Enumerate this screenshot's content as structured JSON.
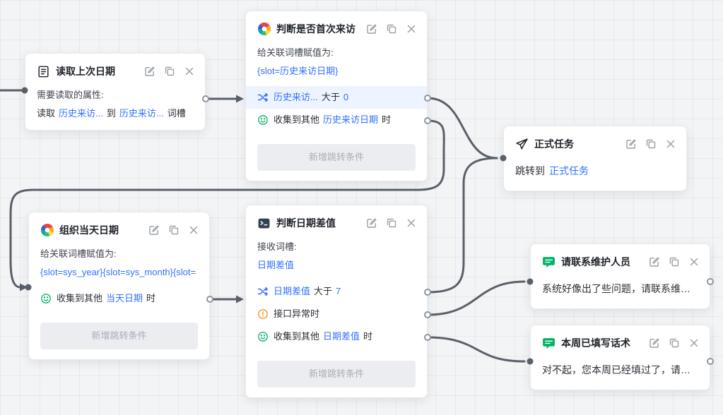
{
  "colors": {
    "link_blue": "#3370ff",
    "success_green": "#00b365",
    "warning_orange": "#ff8f1f",
    "edge_gray": "#596069",
    "highlight_row": "#eef4ff",
    "node_bg": "#ffffff"
  },
  "nodes": {
    "read_last_date": {
      "title": "读取上次日期",
      "attr_label": "需要读取的属性:",
      "read_prefix": "读取",
      "slot_from": "历史来访...",
      "to_label": "到",
      "slot_to": "历史来访...",
      "slot_suffix": "词槽"
    },
    "judge_first_visit": {
      "title": "判断是否首次来访",
      "assign_label": "给关联词槽赋值为:",
      "assign_value": "{slot=历史来访日期}",
      "condition": {
        "slot": "历史来访...",
        "operator": "大于",
        "value": "0"
      },
      "collect": {
        "prefix": "收集到其他",
        "slot": "历史来访日期",
        "suffix": "时"
      },
      "add_condition_button": "新增跳转条件"
    },
    "formal_task": {
      "title": "正式任务",
      "jump_label": "跳转到",
      "jump_target": "正式任务"
    },
    "organize_today": {
      "title": "组织当天日期",
      "assign_label": "给关联词槽赋值为:",
      "assign_value": "{slot=sys_year}{slot=sys_month}{slot=",
      "collect": {
        "prefix": "收集到其他",
        "slot": "当天日期",
        "suffix": "时"
      },
      "add_condition_button": "新增跳转条件"
    },
    "judge_date_diff": {
      "title": "判断日期差值",
      "receive_label": "接收词槽:",
      "receive_slot": "日期差值",
      "condition": {
        "slot": "日期差值",
        "operator": "大于",
        "value": "7"
      },
      "error_label": "接口异常时",
      "collect": {
        "prefix": "收集到其他",
        "slot": "日期差值",
        "suffix": "时"
      },
      "add_condition_button": "新增跳转条件"
    },
    "contact_maintenance": {
      "title": "请联系维护人员",
      "message": "系统好像出了些问题，请联系维…"
    },
    "week_filled": {
      "title": "本周已填写话术",
      "message": "对不起，您本周已经填过了，请…"
    }
  },
  "icons": {
    "header": [
      "document-icon",
      "color-wheel-icon",
      "send-icon",
      "terminal-icon",
      "chat-bubble-icon"
    ],
    "row": [
      "shuffle-icon",
      "smiley-icon",
      "warning-icon"
    ],
    "toolbar": [
      "edit-icon",
      "copy-icon",
      "close-icon"
    ]
  }
}
